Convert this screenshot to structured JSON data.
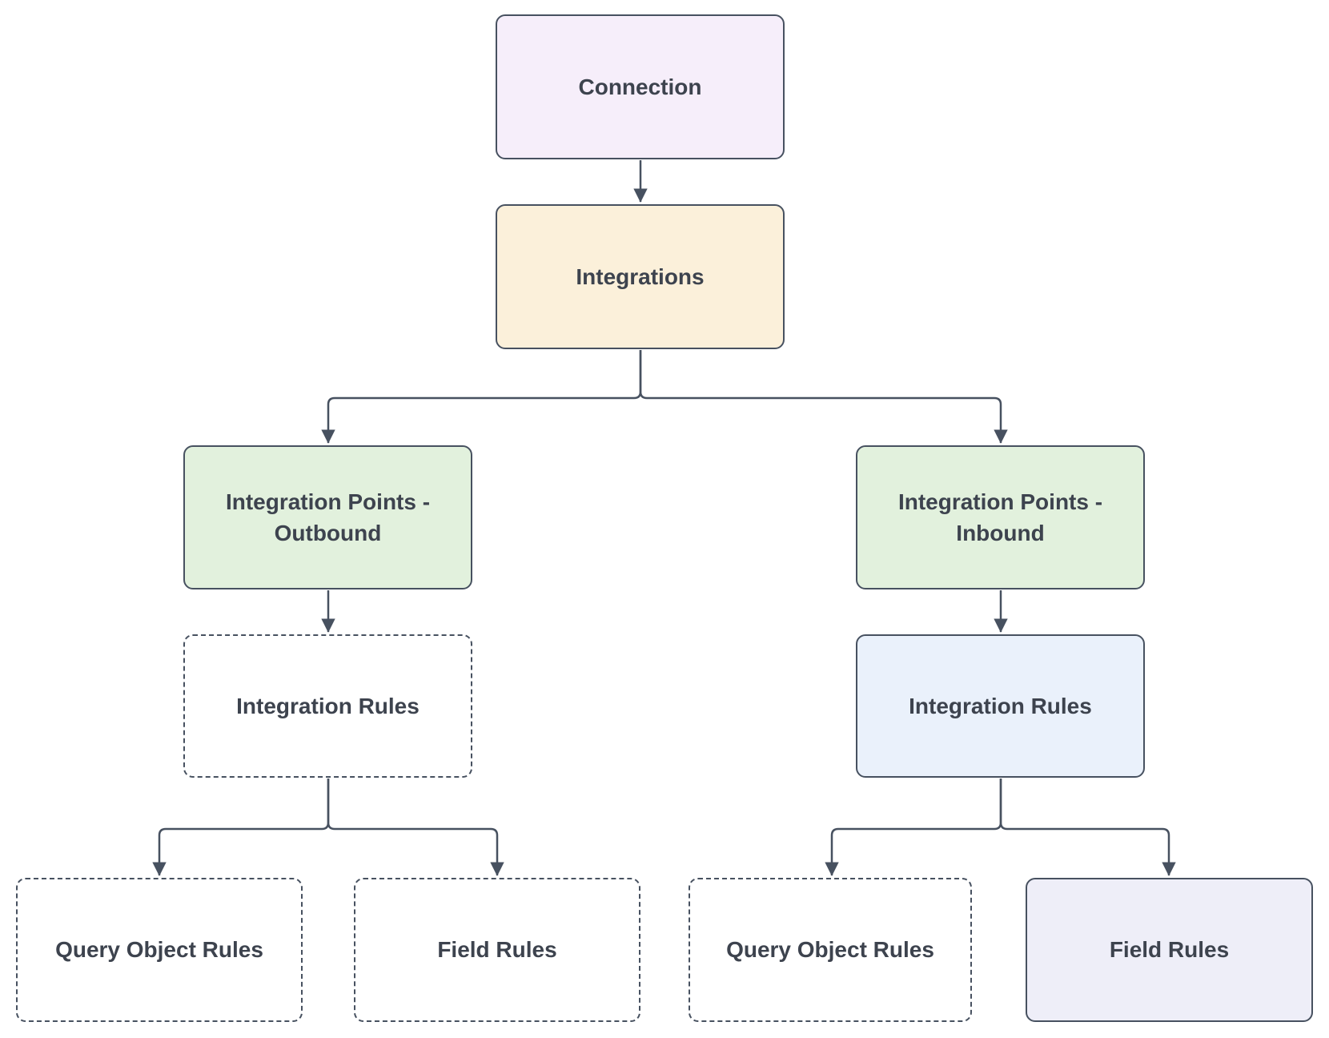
{
  "diagram": {
    "background_color": "#ffffff",
    "stroke_color": "#475160",
    "text_color": "#3d434e",
    "nodes": [
      {
        "id": "connection",
        "label": "Connection",
        "fill": "#f6eefa",
        "border_style": "solid"
      },
      {
        "id": "integrations",
        "label": "Integrations",
        "fill": "#fbf0da",
        "border_style": "solid"
      },
      {
        "id": "integration-points-outbound",
        "label": "Integration Points - Outbound",
        "fill": "#e2f1dd",
        "border_style": "solid"
      },
      {
        "id": "integration-points-inbound",
        "label": "Integration Points - Inbound",
        "fill": "#e2f1dd",
        "border_style": "solid"
      },
      {
        "id": "integration-rules-outbound",
        "label": "Integration Rules",
        "fill": "#ffffff",
        "border_style": "dashed"
      },
      {
        "id": "integration-rules-inbound",
        "label": "Integration Rules",
        "fill": "#eaf1fb",
        "border_style": "solid"
      },
      {
        "id": "query-object-rules-outbound",
        "label": "Query Object Rules",
        "fill": "#ffffff",
        "border_style": "dashed"
      },
      {
        "id": "field-rules-outbound",
        "label": "Field Rules",
        "fill": "#ffffff",
        "border_style": "dashed"
      },
      {
        "id": "query-object-rules-inbound",
        "label": "Query Object Rules",
        "fill": "#ffffff",
        "border_style": "dashed"
      },
      {
        "id": "field-rules-inbound",
        "label": "Field Rules",
        "fill": "#eeeef8",
        "border_style": "solid"
      }
    ],
    "edges": [
      {
        "from": "connection",
        "to": "integrations"
      },
      {
        "from": "integrations",
        "to": "integration-points-outbound"
      },
      {
        "from": "integrations",
        "to": "integration-points-inbound"
      },
      {
        "from": "integration-points-outbound",
        "to": "integration-rules-outbound"
      },
      {
        "from": "integration-points-inbound",
        "to": "integration-rules-inbound"
      },
      {
        "from": "integration-rules-outbound",
        "to": "query-object-rules-outbound"
      },
      {
        "from": "integration-rules-outbound",
        "to": "field-rules-outbound"
      },
      {
        "from": "integration-rules-inbound",
        "to": "query-object-rules-inbound"
      },
      {
        "from": "integration-rules-inbound",
        "to": "field-rules-inbound"
      }
    ]
  }
}
